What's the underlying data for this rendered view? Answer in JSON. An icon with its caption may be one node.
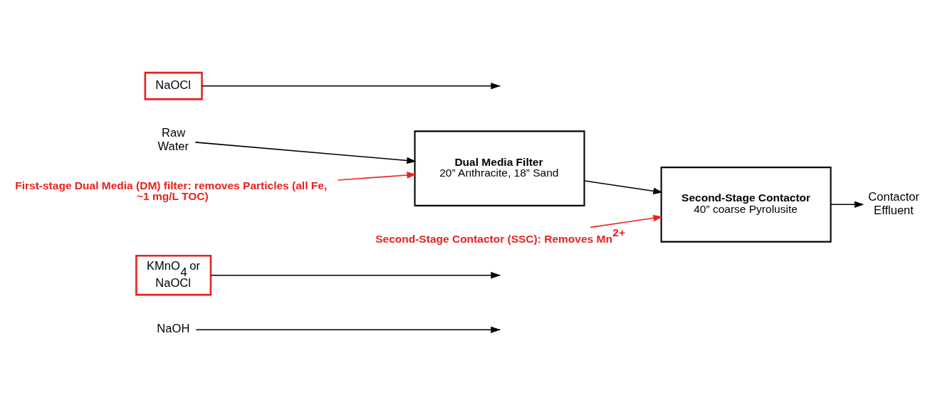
{
  "diagram": {
    "nodes": [
      {
        "text": [
          "NaOH"
        ]
      },
      {
        "text": [
          "KMnO$_{4}$ or NaOCl"
        ]
      },
      {
        "text": [
          "Raw Water"
        ]
      },
      {
        "text": [
          "Dual Media Filter",
          "20” Anthracite, 18” Sand"
        ]
      },
      {
        "text": [
          "NaOCl"
        ]
      },
      {
        "text": [
          "Second-Stage Contactor",
          "40” coarse Pyrolusite"
        ]
      },
      {
        "text": [
          "Contactor Effluent"
        ]
      },
      {
        "text": [
          "First-stage Dual Media (DM) filter: removes Particles (all Fe, ~1 mg/L TOC)"
        ]
      },
      {
        "text": [
          "Second-Stage Contactor (SSC): Removes Mn$^{2+}$"
        ]
      }
    ],
    "edges": [
      {
        "from": 2,
        "to": 3,
        "arrow": "to"
      },
      {
        "from": 0,
        "to": null,
        "arrow": "to"
      },
      {
        "from": 1,
        "to": null,
        "arrow": "to"
      },
      {
        "from": 3,
        "to": 5,
        "arrow": "to"
      },
      {
        "from": 4,
        "to": null,
        "arrow": "to"
      },
      {
        "from": 5,
        "to": 6,
        "arrow": "to"
      },
      {
        "from": 7,
        "to": 3,
        "arrow": "to",
        "color": "#e8231f"
      },
      {
        "from": 8,
        "to": 5,
        "arrow": "to",
        "color": "#e8231f"
      }
    ]
  }
}
